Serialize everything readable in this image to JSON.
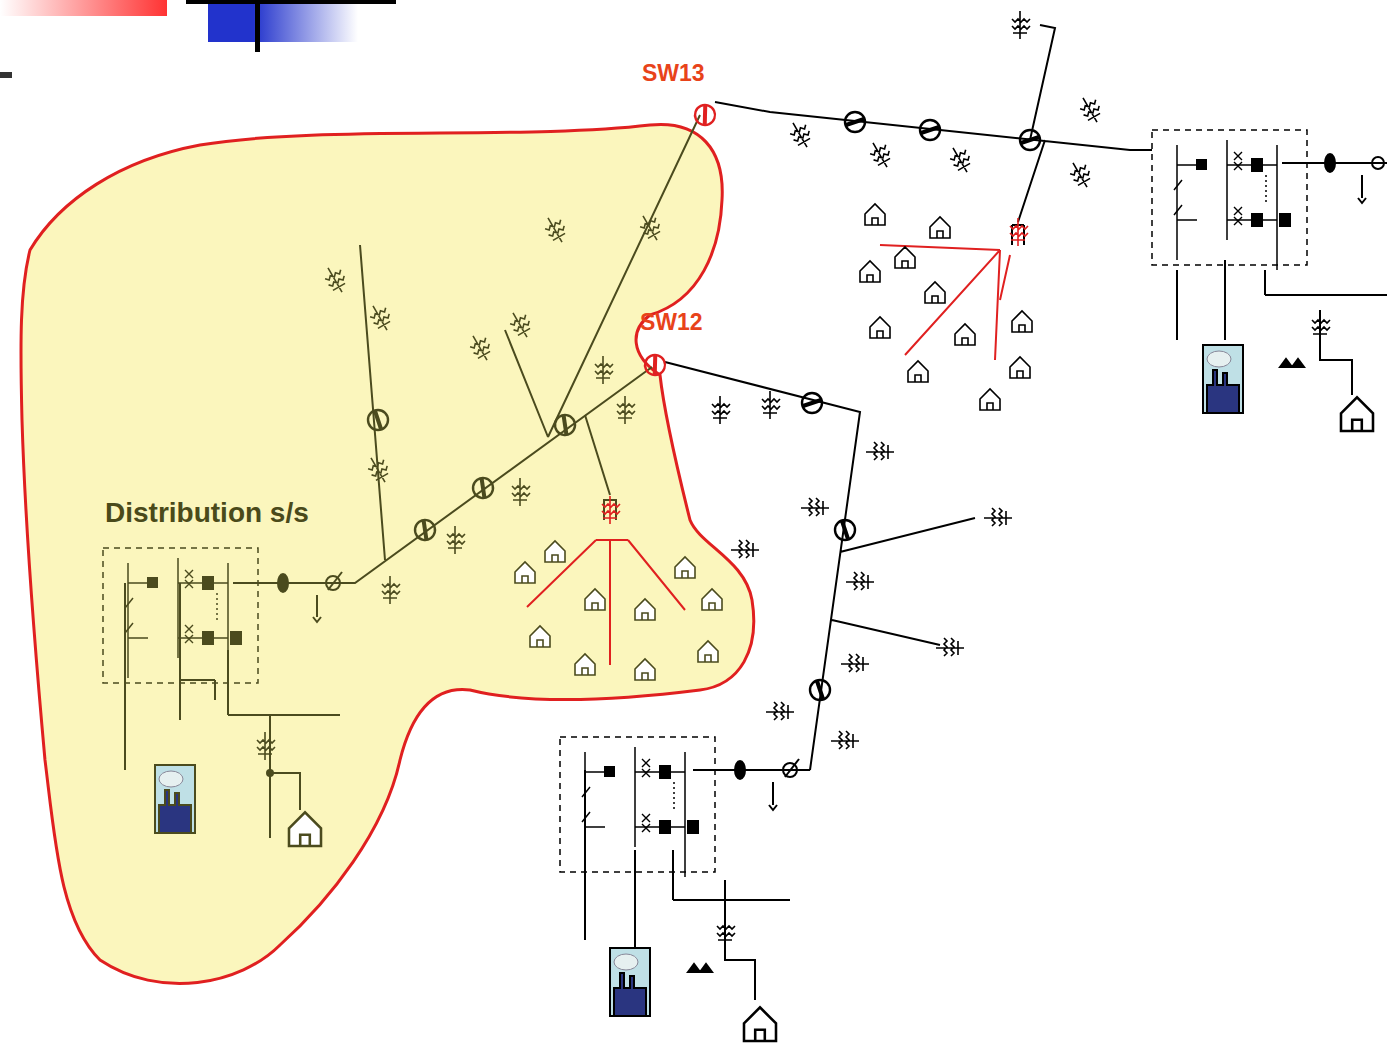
{
  "diagram": {
    "labels": [
      "SW13",
      "SW12",
      "Distribution s/s"
    ]
  }
}
